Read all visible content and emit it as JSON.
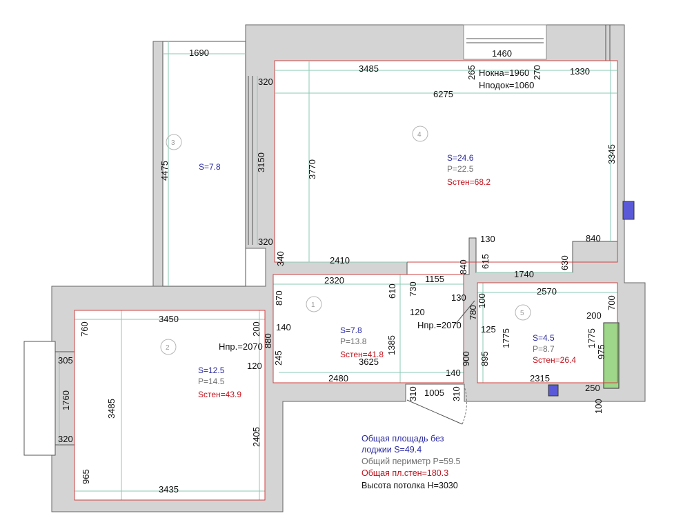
{
  "rooms": {
    "r1": {
      "num": "1",
      "area": "S=7.8",
      "perimeter": "P=13.8",
      "walls": "Sстен=41.8"
    },
    "r2": {
      "num": "2",
      "area": "S=12.5",
      "perimeter": "P=14.5",
      "walls": "Sстен=43.9"
    },
    "r3": {
      "num": "3",
      "area": "S=7.8"
    },
    "r4": {
      "num": "4",
      "area": "S=24.6",
      "perimeter": "P=22.5",
      "walls": "Sстен=68.2"
    },
    "r5": {
      "num": "5",
      "area": "S=4.5",
      "perimeter": "P=8.7",
      "walls": "Sстен=26.4"
    }
  },
  "notes": {
    "window_h": "Нокна=1960",
    "sill_h": "Нподок=1060",
    "door_h_1": "Нпр.=2070",
    "door_h_2": "Нпр.=2070"
  },
  "summary": {
    "line1": "Общая площадь без",
    "line2": "лоджии S=49.4",
    "line3": "Общий периметр P=59.5",
    "line4": "Общая пл.стен=180.3",
    "line5": "Высота потолка H=3030"
  },
  "dimensions": {
    "d1690": "1690",
    "d4475": "4475",
    "d320a": "320",
    "d3150": "3150",
    "d320b": "320",
    "d3485top": "3485",
    "d265": "265",
    "d1460": "1460",
    "d270": "270",
    "d1330": "1330",
    "d6275": "6275",
    "d3770": "3770",
    "d3345": "3345",
    "d130a": "130",
    "d840a": "840",
    "d615": "615",
    "d840b": "840",
    "d1740": "1740",
    "d630": "630",
    "d340": "340",
    "d2410": "2410",
    "d2320": "2320",
    "d730": "730",
    "d1155": "1155",
    "d610": "610",
    "d870": "870",
    "d120a": "120",
    "d130b": "130",
    "d100a": "100",
    "d2570": "2570",
    "d700": "700",
    "d780": "780",
    "d125": "125",
    "d200a": "200",
    "d1775a": "1775",
    "d1775b": "1775",
    "d975": "975",
    "d895": "895",
    "d900": "900",
    "d2315": "2315",
    "d250": "250",
    "d100b": "100",
    "d140a": "140",
    "d880": "880",
    "d245": "245",
    "d1385": "1385",
    "d3625": "3625",
    "d120b": "120",
    "d2480": "2480",
    "d140b": "140",
    "d310a": "310",
    "d1005": "1005",
    "d310b": "310",
    "d3450": "3450",
    "d760": "760",
    "d200b": "200",
    "d305": "305",
    "d1760": "1760",
    "d320c": "320",
    "d3485left": "3485",
    "d2405": "2405",
    "d965": "965",
    "d3435": "3435"
  }
}
